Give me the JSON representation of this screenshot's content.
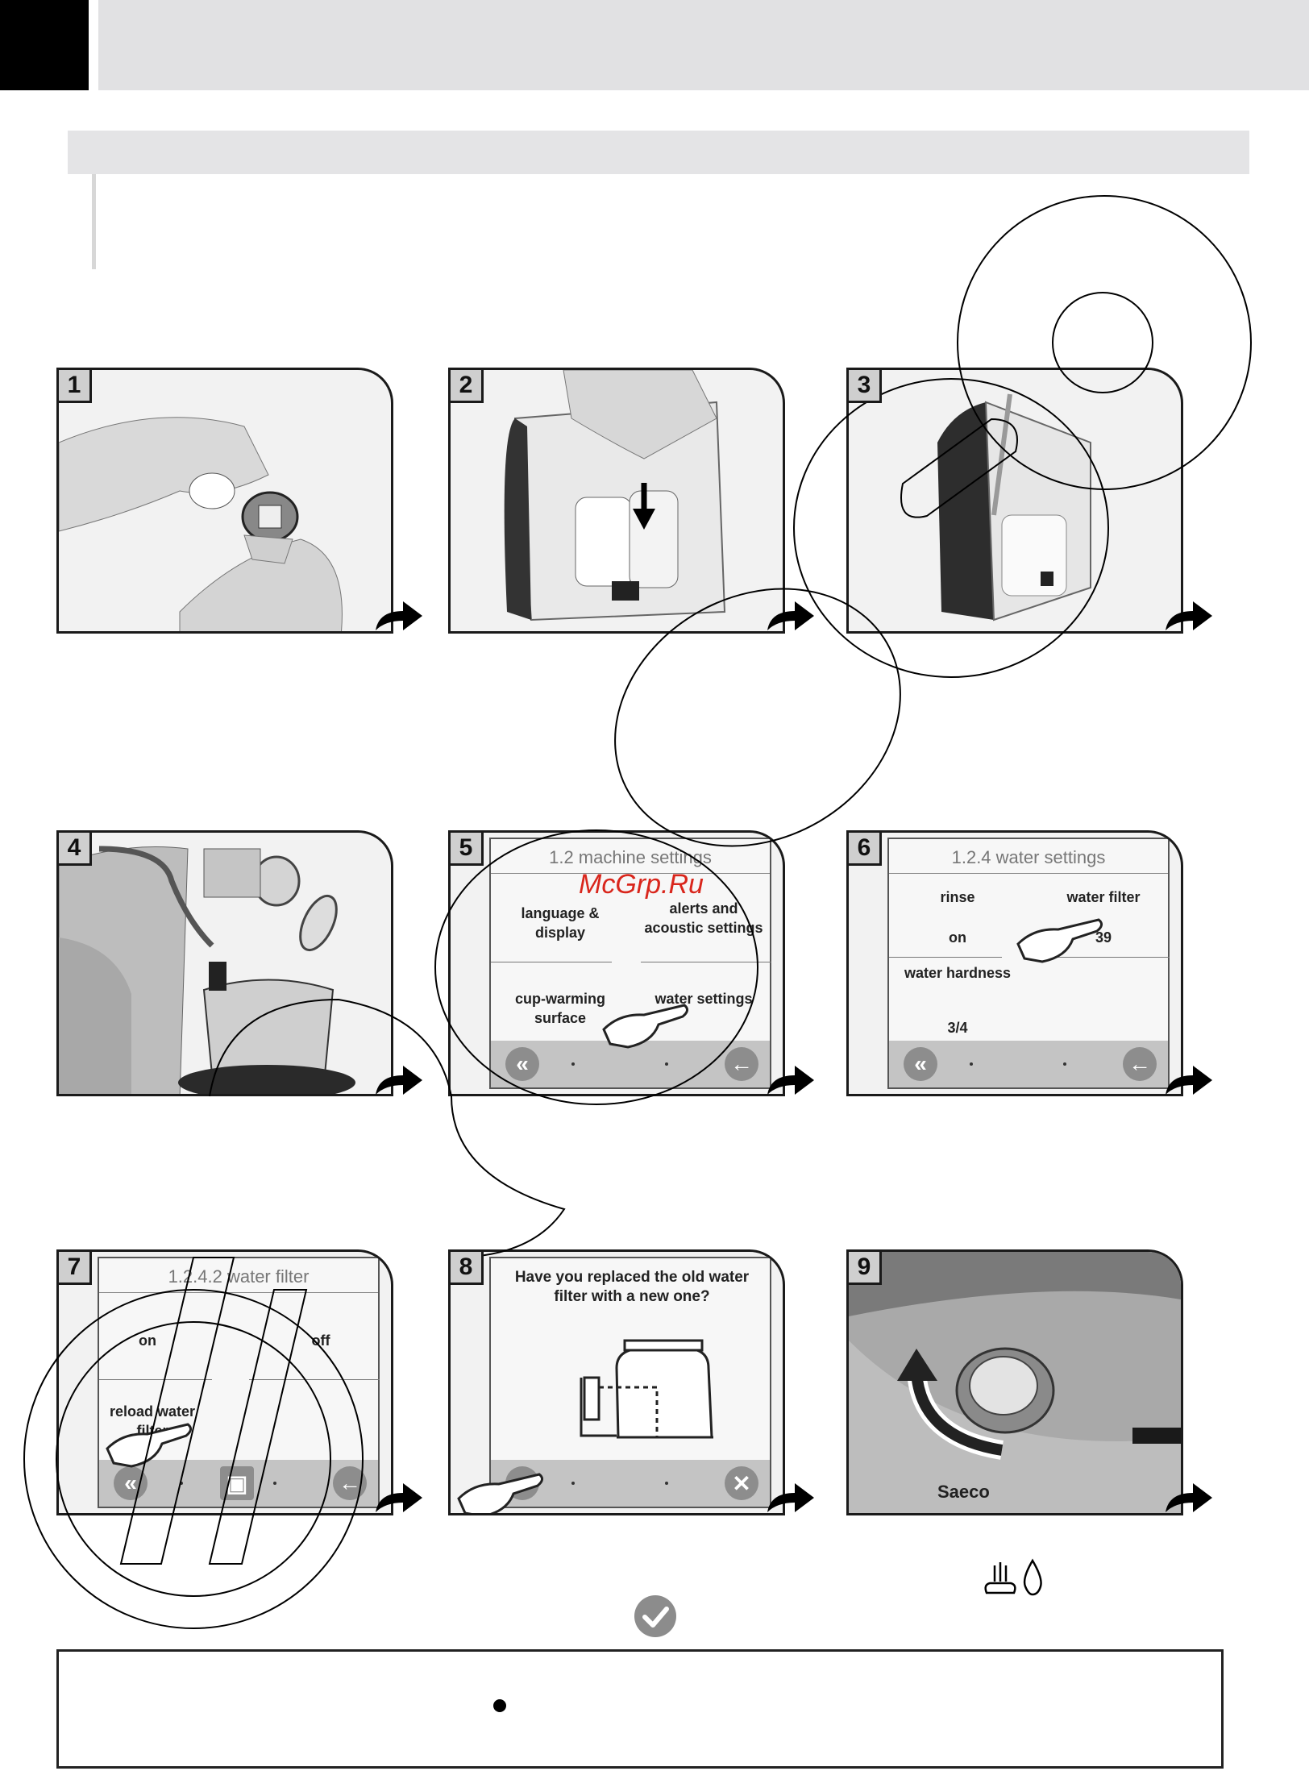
{
  "steps": [
    {
      "number": "1"
    },
    {
      "number": "2"
    },
    {
      "number": "3"
    },
    {
      "number": "4"
    },
    {
      "number": "5",
      "screen": {
        "title": "1.2 machine settings",
        "options": [
          "language & display",
          "alerts and acoustic settings",
          "cup-warming surface",
          "water settings"
        ]
      }
    },
    {
      "number": "6",
      "screen": {
        "title": "1.2.4 water settings",
        "options": [
          "rinse",
          "on",
          "water filter",
          "39",
          "water hardness",
          "3/4"
        ]
      }
    },
    {
      "number": "7",
      "screen": {
        "title": "1.2.4.2 water filter",
        "options": [
          "on",
          "off",
          "reload water filter"
        ]
      }
    },
    {
      "number": "8",
      "screen": {
        "title": "Have you replaced the old water filter with a new one?"
      }
    },
    {
      "number": "9",
      "brand": "Saeco"
    }
  ],
  "watermark": "McGrp.Ru",
  "icons": [
    "steam-icon",
    "water-drop-icon",
    "check-circle-icon",
    "forward-arrow-icon",
    "back-arrow-icon",
    "double-back-icon",
    "close-icon",
    "save-icon",
    "hand-pointer-icon"
  ]
}
